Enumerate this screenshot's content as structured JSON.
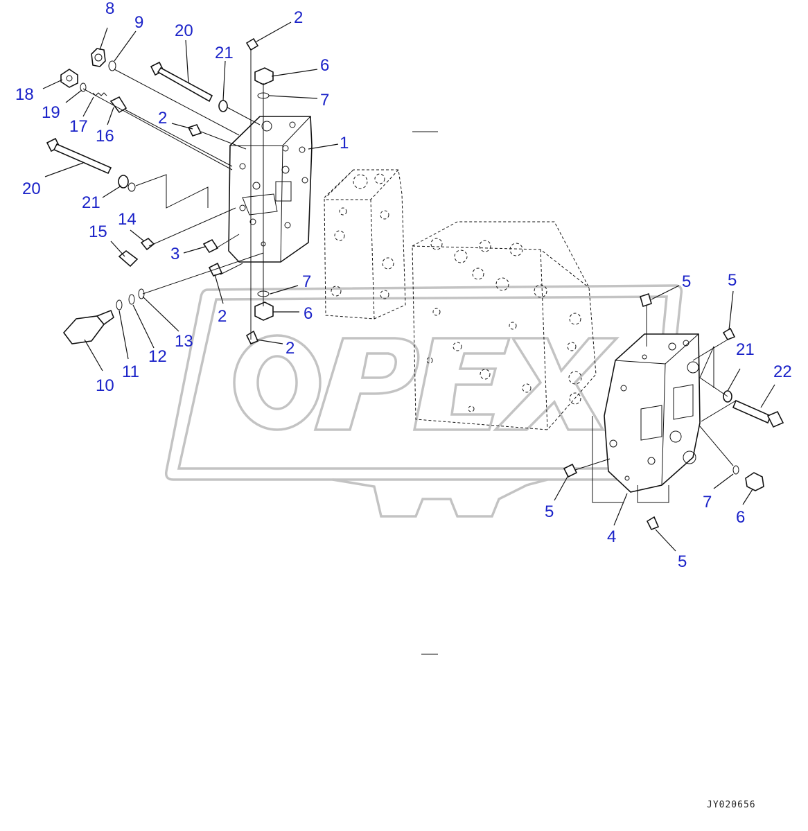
{
  "drawing_code": "JY020656",
  "watermark_text": "OPEX",
  "callouts": [
    {
      "id": "c8",
      "label": "8"
    },
    {
      "id": "c9",
      "label": "9"
    },
    {
      "id": "c20a",
      "label": "20"
    },
    {
      "id": "c2a",
      "label": "2"
    },
    {
      "id": "c21a",
      "label": "21"
    },
    {
      "id": "c6a",
      "label": "6"
    },
    {
      "id": "c7a",
      "label": "7"
    },
    {
      "id": "c18",
      "label": "18"
    },
    {
      "id": "c19",
      "label": "19"
    },
    {
      "id": "c17",
      "label": "17"
    },
    {
      "id": "c16",
      "label": "16"
    },
    {
      "id": "c2b",
      "label": "2"
    },
    {
      "id": "c1",
      "label": "1"
    },
    {
      "id": "c20b",
      "label": "20"
    },
    {
      "id": "c21b",
      "label": "21"
    },
    {
      "id": "c14",
      "label": "14"
    },
    {
      "id": "c15",
      "label": "15"
    },
    {
      "id": "c3",
      "label": "3"
    },
    {
      "id": "c7b",
      "label": "7"
    },
    {
      "id": "c2c",
      "label": "2"
    },
    {
      "id": "c6b",
      "label": "6"
    },
    {
      "id": "c13",
      "label": "13"
    },
    {
      "id": "c12",
      "label": "12"
    },
    {
      "id": "c11",
      "label": "11"
    },
    {
      "id": "c10",
      "label": "10"
    },
    {
      "id": "c2d",
      "label": "2"
    },
    {
      "id": "c5a",
      "label": "5"
    },
    {
      "id": "c5b",
      "label": "5"
    },
    {
      "id": "c21c",
      "label": "21"
    },
    {
      "id": "c22",
      "label": "22"
    },
    {
      "id": "c5c",
      "label": "5"
    },
    {
      "id": "c7c",
      "label": "7"
    },
    {
      "id": "c6c",
      "label": "6"
    },
    {
      "id": "c4",
      "label": "4"
    },
    {
      "id": "c5d",
      "label": "5"
    }
  ],
  "colors": {
    "callout": "#1a22c8",
    "line": "#111111",
    "watermark": "#555555"
  }
}
